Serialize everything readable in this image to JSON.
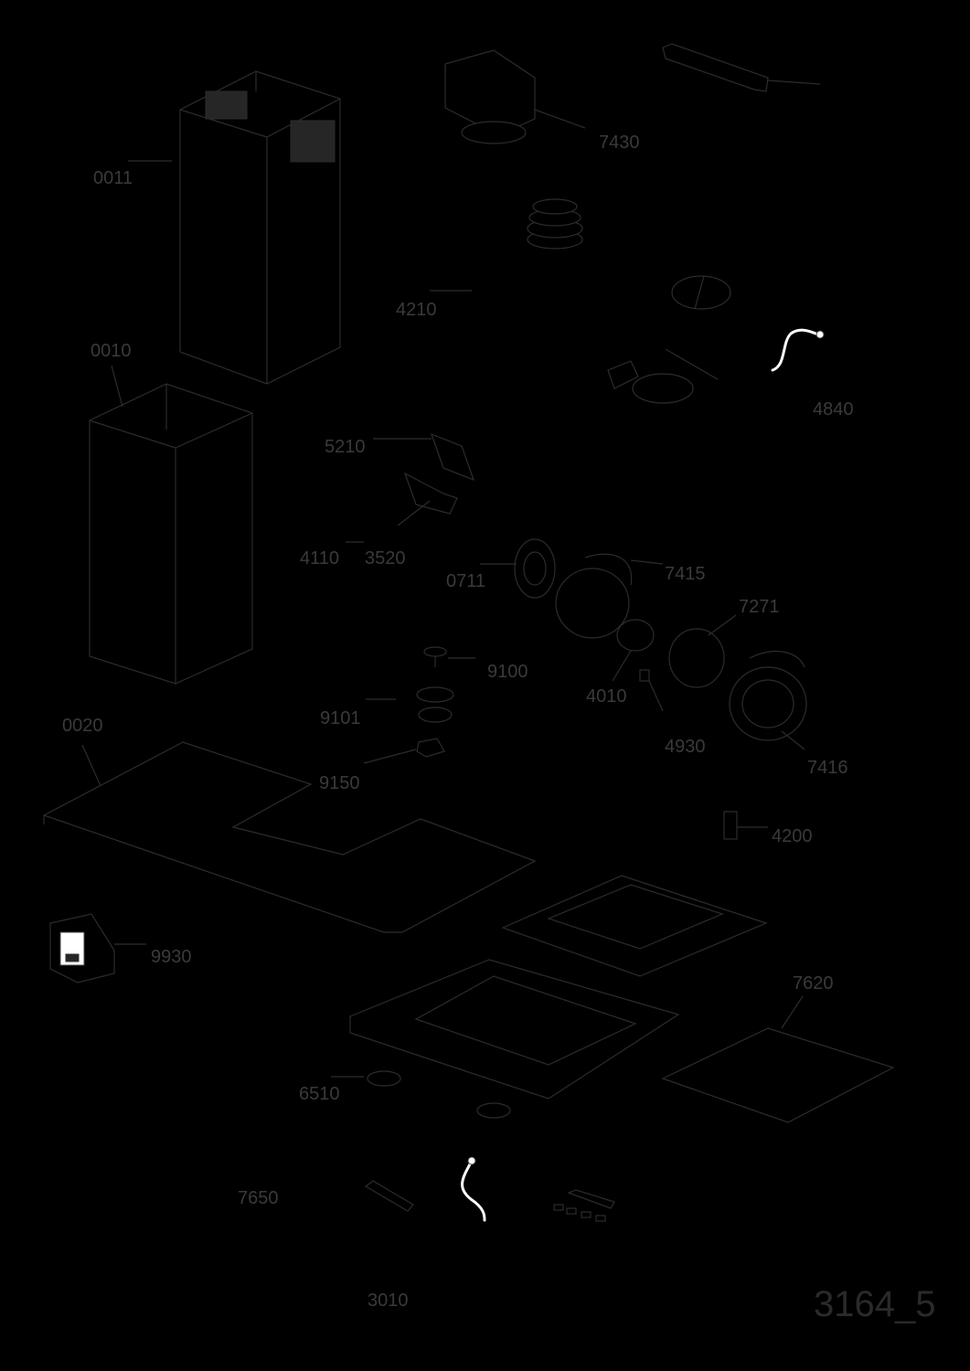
{
  "labels": {
    "p0011": "0011",
    "p0010": "0010",
    "p7430": "7430",
    "p4210": "4210",
    "p4840": "4840",
    "p5210": "5210",
    "p4110": "4110",
    "p3520": "3520",
    "p0711": "0711",
    "p7415": "7415",
    "p7271": "7271",
    "p9100": "9100",
    "p4010": "4010",
    "p9101": "9101",
    "p4930": "4930",
    "p0020": "0020",
    "p7416": "7416",
    "p9150": "9150",
    "p4200": "4200",
    "p9930": "9930",
    "p7620": "7620",
    "p6510": "6510",
    "p7650": "7650",
    "p3010": "3010"
  },
  "sheet_id": "3164_5"
}
